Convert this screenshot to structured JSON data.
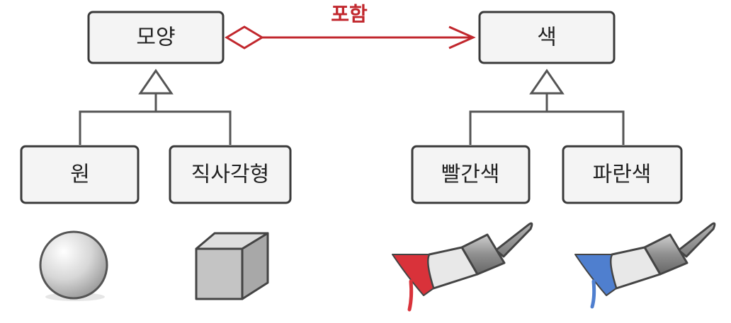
{
  "nodes": {
    "shape": "모양",
    "color": "색",
    "circle": "원",
    "rectangle": "직사각형",
    "red": "빨간색",
    "blue": "파란색"
  },
  "relation": {
    "label": "포함",
    "color": "#c1272d"
  },
  "colors": {
    "red_paint": "#d9323a",
    "blue_paint": "#4f7fcf"
  },
  "icons": [
    "sphere-icon",
    "cube-icon",
    "red-paintbrush-icon",
    "blue-paintbrush-icon"
  ]
}
